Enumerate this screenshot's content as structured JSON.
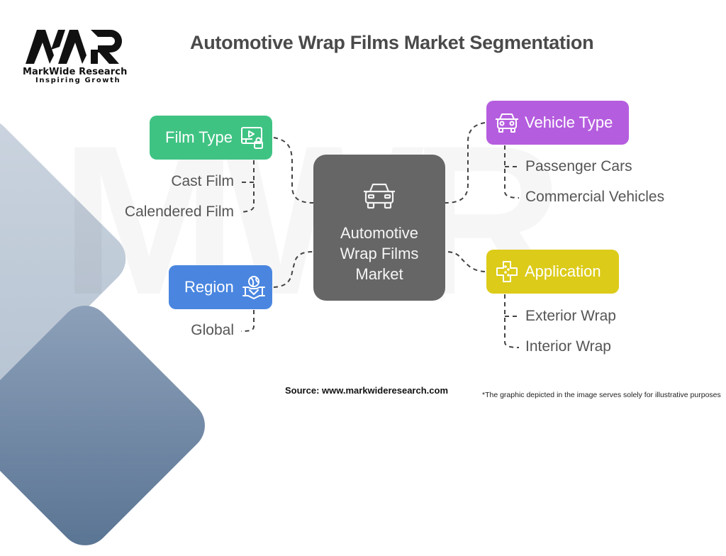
{
  "brand": {
    "logo_mark": "MWR",
    "name": "MarkWide Research",
    "tagline": "Inspiring Growth"
  },
  "title": "Automotive Wrap Films Market Segmentation",
  "center": {
    "label_lines": [
      "Automotive",
      "Wrap Films",
      "Market"
    ],
    "icon": "car-icon",
    "color": "#666666"
  },
  "segments": [
    {
      "label": "Film Type",
      "icon": "film-lock-icon",
      "color": "#3fc383",
      "items": [
        "Cast Film",
        "Calendered Film"
      ]
    },
    {
      "label": "Region",
      "icon": "globe-hands-icon",
      "color": "#4a86e0",
      "items": [
        "Global"
      ]
    },
    {
      "label": "Vehicle Type",
      "icon": "car-icon",
      "color": "#b55ddf",
      "items": [
        "Passenger Cars",
        "Commercial Vehicles"
      ]
    },
    {
      "label": "Application",
      "icon": "bandage-cross-icon",
      "color": "#dccb19",
      "items": [
        "Exterior Wrap",
        "Interior Wrap"
      ]
    }
  ],
  "footer": {
    "source": "Source: www.markwideresearch.com",
    "note": "*The graphic depicted in the image serves solely for illustrative purposes"
  }
}
